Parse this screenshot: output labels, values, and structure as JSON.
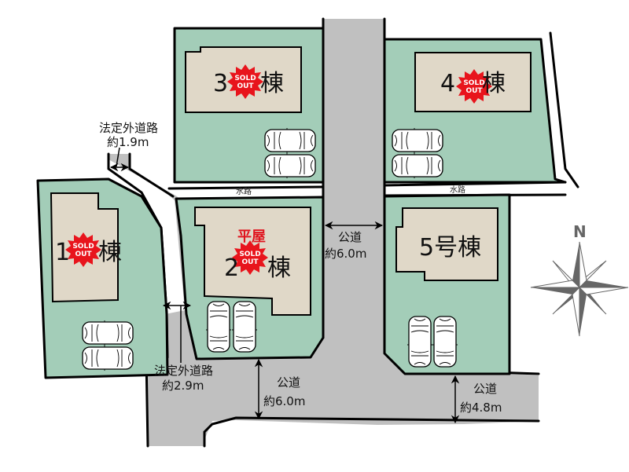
{
  "map": {
    "type": "site-plan",
    "colors": {
      "lot": "#a3cdb8",
      "house": "#e0d8c8",
      "road": "#c0c0c0",
      "sold_out": "#e8141c",
      "hiraya": "#e0141e",
      "compass": "#666666"
    },
    "lots": [
      {
        "id": "lot-1",
        "label_prefix": "1",
        "label_suffix": "棟",
        "status": "SOLD OUT",
        "parking": 2
      },
      {
        "id": "lot-2",
        "label_prefix": "2",
        "label_suffix": "棟",
        "tag": "平屋",
        "status": "SOLD OUT",
        "parking": 2
      },
      {
        "id": "lot-3",
        "label_prefix": "3",
        "label_suffix": "棟",
        "status": "SOLD OUT",
        "parking": 2
      },
      {
        "id": "lot-4",
        "label_prefix": "4",
        "label_suffix": "棟",
        "status": "SOLD OUT",
        "parking": 2
      },
      {
        "id": "lot-5",
        "label": "5号棟",
        "status": "",
        "parking": 2
      }
    ],
    "sold_out": {
      "line1": "SOLD",
      "line2": "OUT"
    },
    "waterways": [
      {
        "label": "水路"
      },
      {
        "label": "水路"
      }
    ],
    "roads": [
      {
        "id": "private-path-north",
        "line1": "法定外道路",
        "line2": "約1.9m"
      },
      {
        "id": "private-path-south",
        "line1": "法定外道路",
        "line2": "約2.9m"
      },
      {
        "id": "public-road-center",
        "line1": "公道",
        "line2": "約6.0m"
      },
      {
        "id": "public-road-south",
        "line1": "公道",
        "line2": "約6.0m"
      },
      {
        "id": "public-road-east",
        "line1": "公道",
        "line2": "約4.8m"
      }
    ],
    "compass": {
      "label": "N",
      "icon": "compass-rose-icon"
    }
  }
}
